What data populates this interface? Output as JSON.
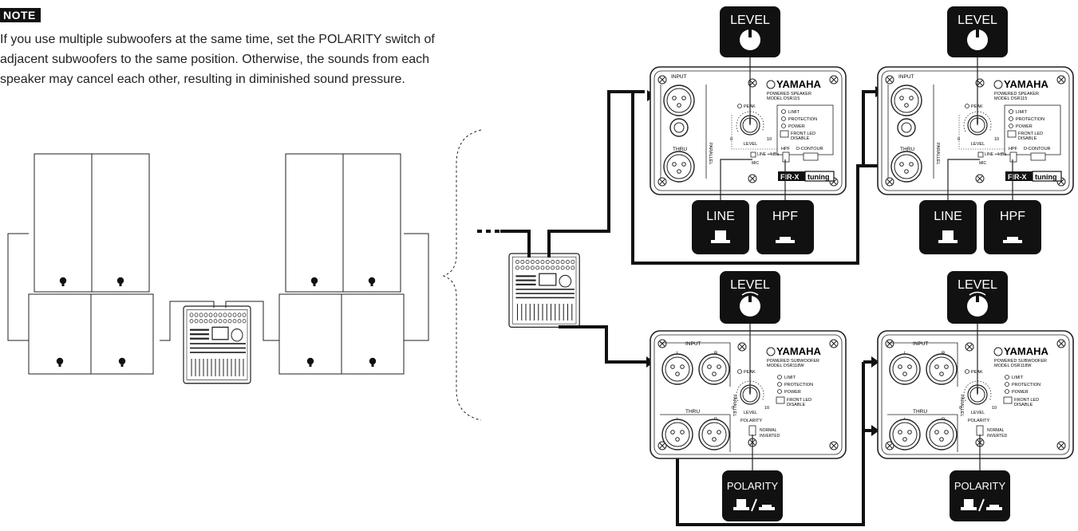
{
  "note": {
    "badge": "NOTE",
    "lines": [
      "If you use multiple subwoofers at the same time, set the POLARITY switch of",
      "adjacent subwoofers to the same position. Otherwise, the sounds from each",
      "speaker may cancel each other, resulting in diminished sound pressure."
    ]
  },
  "callouts": {
    "level": "LEVEL",
    "line": "LINE",
    "hpf": "HPF",
    "polarity": "POLARITY"
  },
  "speaker_panel": {
    "brand": "YAMAHA",
    "model_line1": "POWERED SPEAKER",
    "model_line2": "MODEL DSR115",
    "input": "INPUT",
    "thru": "THRU",
    "parallel": "PARALLEL",
    "peak": "PEAK",
    "level": "LEVEL",
    "scale_min": "0",
    "scale_max": "10",
    "limit": "LIMIT",
    "protection": "PROTECTION",
    "power": "POWER",
    "front_led": "FRONT LED",
    "disable": "DISABLE",
    "line_sel": "LINE +4dBu",
    "mic": "MIC",
    "hpf": "HPF",
    "dcontour": "D-CONTOUR",
    "flex": "FIR-X",
    "tuning": "tuning"
  },
  "sub_panel": {
    "brand": "YAMAHA",
    "model_line1": "POWERED SUBWOOFER",
    "model_line2": "MODEL DSR118W",
    "input": "INPUT",
    "thru": "THRU",
    "l": "L",
    "r": "R",
    "parallel": "PARALLEL",
    "peak": "PEAK",
    "level": "LEVEL",
    "scale_min": "0",
    "scale_max": "10",
    "limit": "LIMIT",
    "protection": "PROTECTION",
    "power": "POWER",
    "front_led": "FRONT LED",
    "disable": "DISABLE",
    "polarity": "POLARITY",
    "normal": "NORMAL",
    "inverted": "INVERTED"
  },
  "colors": {
    "ink": "#111111",
    "panel_stroke": "#222222",
    "callout_bg": "#111111"
  }
}
